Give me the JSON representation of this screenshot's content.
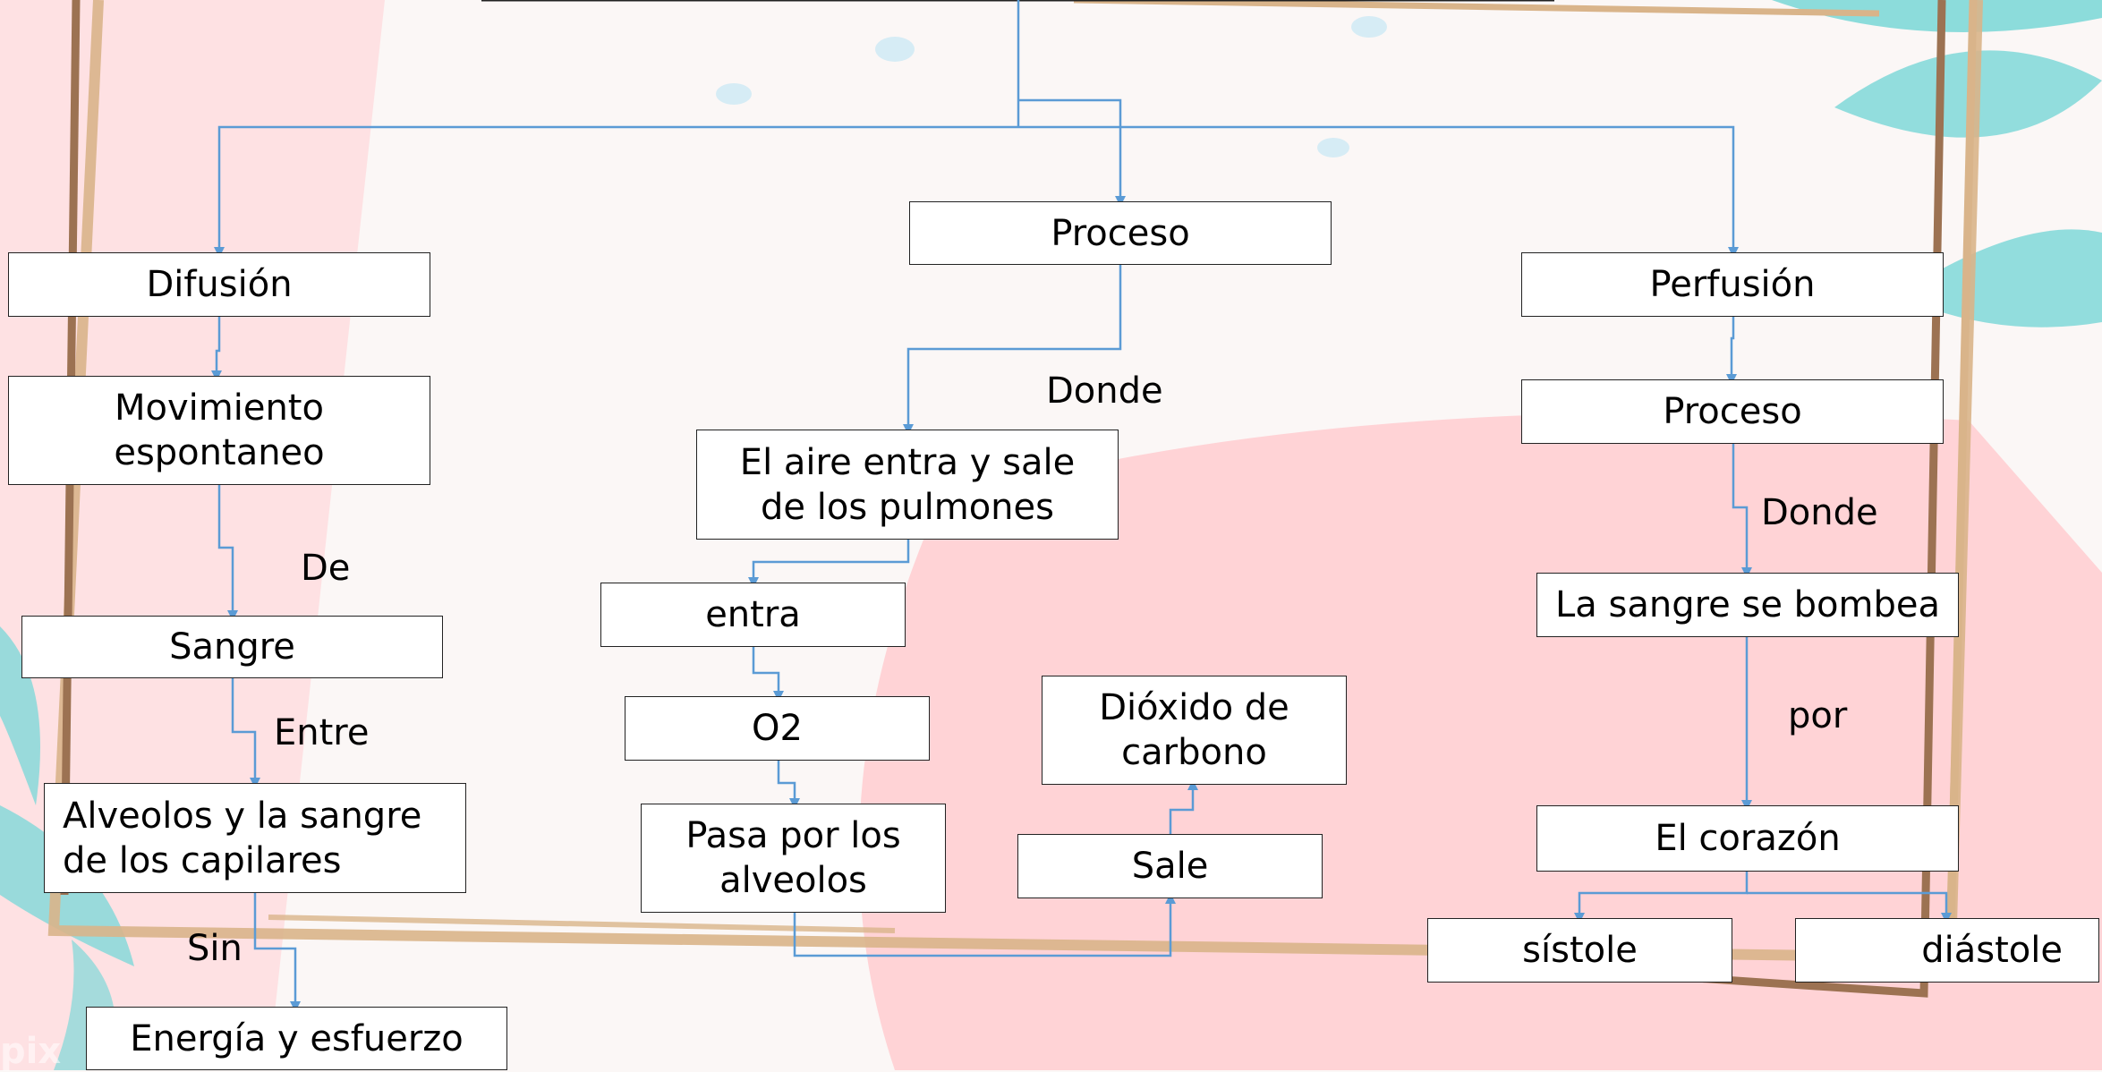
{
  "diagram": {
    "nodes": {
      "proceso_center": "Proceso",
      "difusion": "Difusión",
      "movimiento": "Movimiento\nespontaneo",
      "sangre": "Sangre",
      "alveolos_capilares": "Alveolos y la sangre\nde los capilares",
      "energia": "Energía y esfuerzo",
      "aire": "El aire entra y sale\nde los pulmones",
      "entra": "entra",
      "o2": "O2",
      "pasa": "Pasa por los\nalveolos",
      "dioxido": "Dióxido de\ncarbono",
      "sale": "Sale",
      "perfusion": "Perfusión",
      "proceso_right": "Proceso",
      "bombea": "La sangre se bombea",
      "corazon": "El corazón",
      "sistole": "sístole",
      "diastole": "diástole"
    },
    "labels": {
      "de": "De",
      "entre": "Entre",
      "sin": "Sin",
      "donde_center": "Donde",
      "donde_right": "Donde",
      "por": "por"
    },
    "watermark": "pix"
  },
  "colors": {
    "connector": "#5b9bd5",
    "frame_gold": "#d9b48a",
    "frame_brown": "#9c7252",
    "leaf_teal": "#7fd8d8",
    "pink": "#ffd3d6"
  }
}
